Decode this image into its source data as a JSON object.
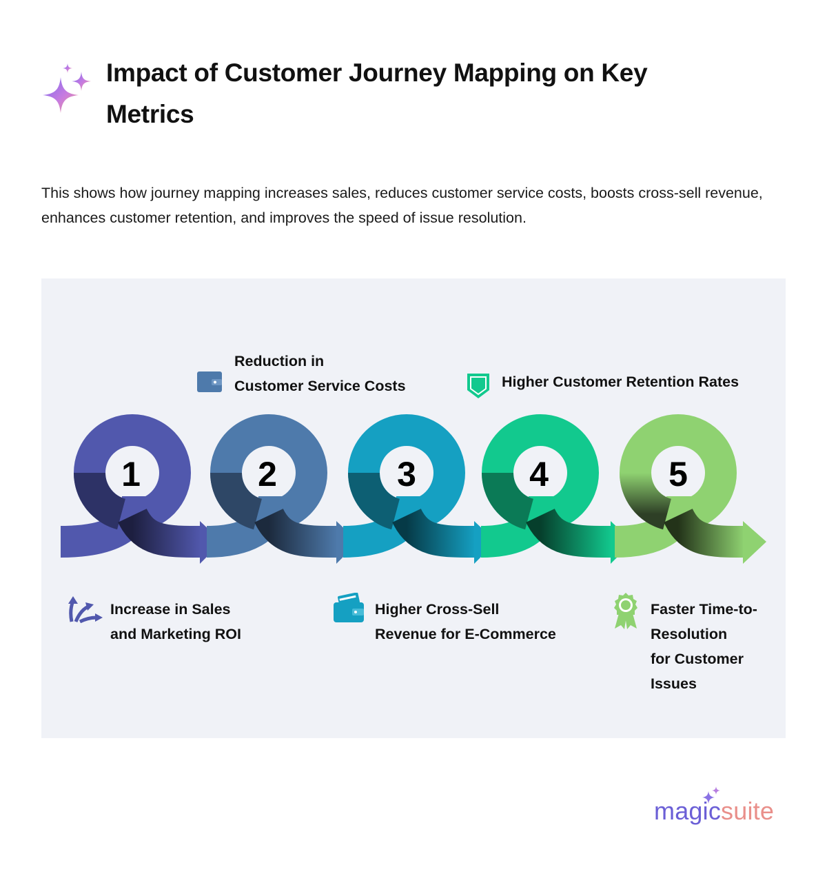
{
  "header": {
    "title": "Impact of Customer Journey Mapping on Key Metrics",
    "description": "This shows how journey mapping increases sales, reduces customer service costs, boosts cross-sell revenue, enhances customer retention, and improves the speed of issue resolution.",
    "icon": "sparkle-icon"
  },
  "steps": [
    {
      "number": "1",
      "color": "#5158ad",
      "dark": "#2d3266",
      "label_lines": [
        "Increase in Sales",
        "and Marketing ROI"
      ],
      "icon": "growth-arrows-icon"
    },
    {
      "number": "2",
      "color": "#4e7aab",
      "dark": "#2e4766",
      "label_lines": [
        "Reduction in",
        "Customer Service Costs"
      ],
      "icon": "wallet-icon"
    },
    {
      "number": "3",
      "color": "#15a0c2",
      "dark": "#0d5f73",
      "label_lines": [
        "Higher Cross-Sell",
        "Revenue for E-Commerce"
      ],
      "icon": "wallet-cards-icon"
    },
    {
      "number": "4",
      "color": "#12c98e",
      "dark": "#0b7a56",
      "label_lines": [
        "Higher Customer Retention Rates"
      ],
      "icon": "shield-icon"
    },
    {
      "number": "5",
      "color": "#8fd271",
      "dark": "#3f5f31",
      "label_lines": [
        "Faster Time-to-",
        "Resolution",
        "for Customer",
        "Issues"
      ],
      "icon": "award-ribbon-icon"
    }
  ],
  "brand": {
    "part1": "magic",
    "part2": "suite",
    "icon": "sparkle-icon"
  }
}
